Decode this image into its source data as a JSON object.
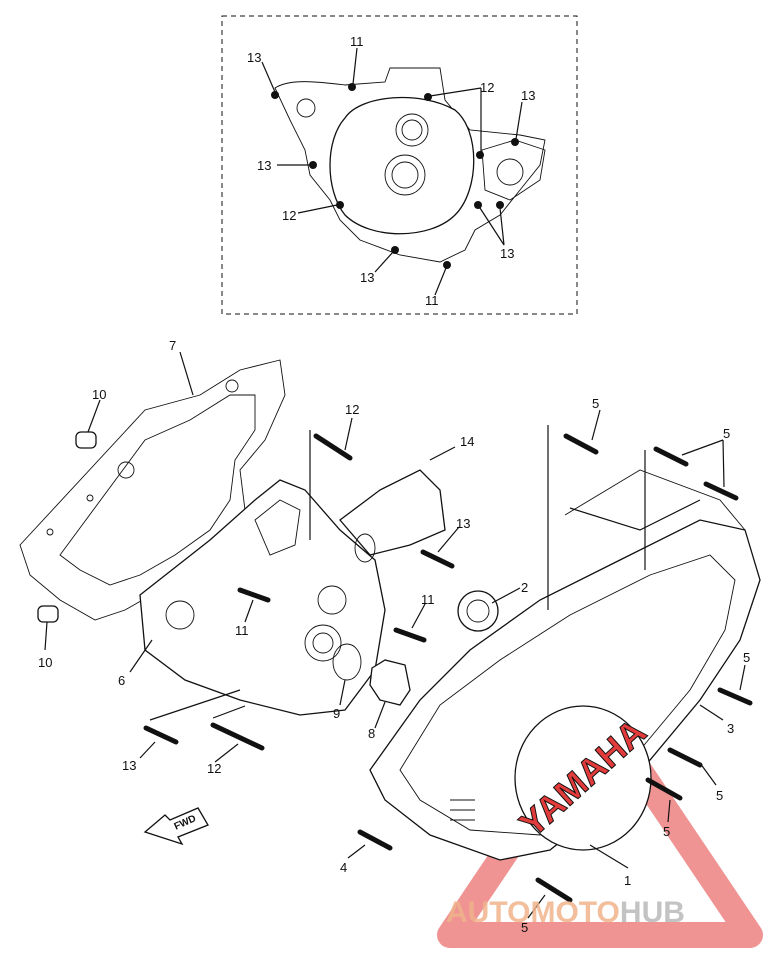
{
  "callouts": {
    "c1": "1",
    "c2": "2",
    "c3": "3",
    "c4": "4",
    "c5a": "5",
    "c5b": "5",
    "c5c": "5",
    "c5d": "5",
    "c5e": "5",
    "c5f": "5",
    "c6": "6",
    "c7": "7",
    "c8": "8",
    "c9": "9",
    "c10a": "10",
    "c10b": "10",
    "c11a": "11",
    "c11b": "11",
    "c11c": "11",
    "c11d": "11",
    "c12a": "12",
    "c12b": "12",
    "c12c": "12",
    "c12d": "12",
    "c13a": "13",
    "c13b": "13",
    "c13c": "13",
    "c13d": "13",
    "c13e": "13",
    "c13f": "13",
    "c13g": "13",
    "c14": "14"
  },
  "cover_logo": "YAMAHA",
  "fwd_arrow": "FWD",
  "watermark": {
    "part1": "AUTO",
    "part2": "MOTO",
    "part3": "HUB",
    "color_primary": "#f0b38a",
    "color_secondary": "#b9b9b9",
    "triangle_color": "#e23b3b"
  }
}
